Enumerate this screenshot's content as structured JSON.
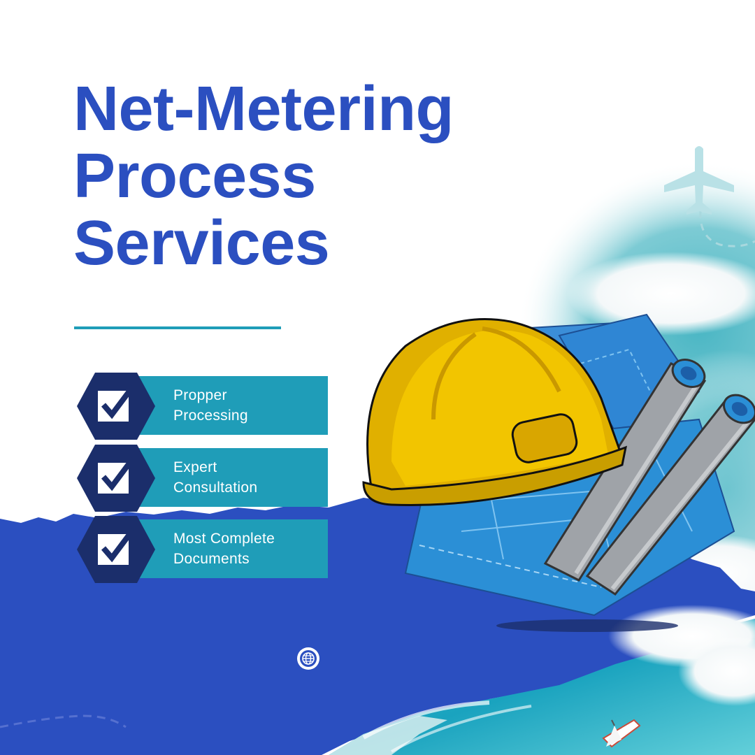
{
  "title_lines": [
    "Net-Metering",
    "Process",
    "Services"
  ],
  "features": [
    {
      "line1": "Propper",
      "line2": "Processing"
    },
    {
      "line1": "Expert",
      "line2": "Consultation"
    },
    {
      "line1": "Most Complete",
      "line2": "Documents"
    }
  ],
  "icons": {
    "check": "checkbox-check-icon",
    "web": "globe-icon",
    "plane": "airplane-icon",
    "helmet": "hard-hat-icon",
    "blueprint": "blueprint-icon",
    "boat": "sailboat-icon"
  },
  "colors": {
    "title": "#2b4fc0",
    "accent_teal": "#1f9db8",
    "hexagon_navy": "#1b2e6b",
    "wave_blue": "#2b4fc0",
    "helmet_yellow": "#f0c400",
    "blueprint_blue": "#2b8fd6"
  }
}
